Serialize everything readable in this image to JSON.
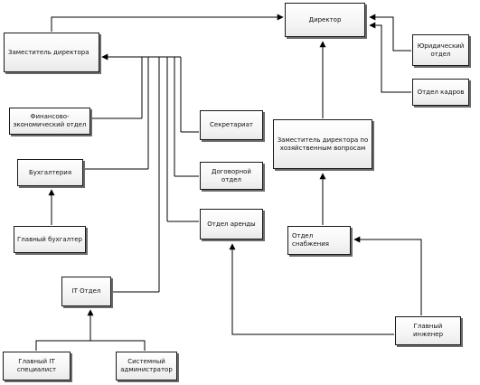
{
  "nodes": {
    "director": "Директор",
    "deputy_director": "Заместитель директора",
    "legal_dept": "Юридический отдел",
    "hr_dept": "Отдел кадров",
    "finance_dept": "Финансово-экономический отдел",
    "accounting": "Бухгалтерия",
    "chief_accountant": "Главный бухгалтер",
    "secretariat": "Секретариат",
    "contract_dept": "Договорной отдел",
    "deputy_economic": "Заместитель директора по хозяйственным вопросам",
    "rental_dept": "Отдел аренды",
    "supply_dept": "Отдел снабжения",
    "it_dept": "IT Отдел",
    "chief_it": "Главный IT специалист",
    "sysadmin": "Системный администратор",
    "chief_engineer": "Главный инженер"
  }
}
